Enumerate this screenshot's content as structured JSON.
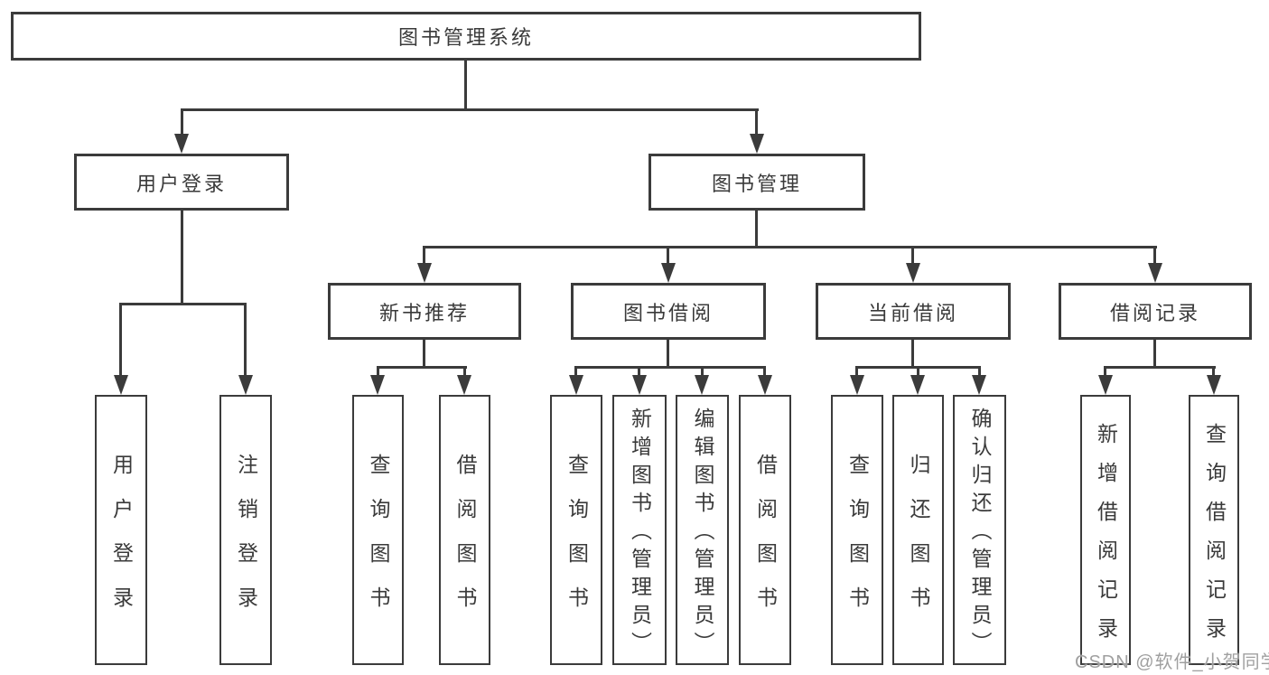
{
  "tree": {
    "label": "图书管理系统",
    "children": [
      {
        "label": "用户登录",
        "children": [
          {
            "label": "用户登录"
          },
          {
            "label": "注销登录"
          }
        ]
      },
      {
        "label": "图书管理",
        "children": [
          {
            "label": "新书推荐",
            "children": [
              {
                "label": "查询图书"
              },
              {
                "label": "借阅图书"
              }
            ]
          },
          {
            "label": "图书借阅",
            "children": [
              {
                "label": "查询图书"
              },
              {
                "label": "新增图书（管理员）"
              },
              {
                "label": "编辑图书（管理员）"
              },
              {
                "label": "借阅图书"
              }
            ]
          },
          {
            "label": "当前借阅",
            "children": [
              {
                "label": "查询图书"
              },
              {
                "label": "归还图书"
              },
              {
                "label": "确认归还（管理员）"
              }
            ]
          },
          {
            "label": "借阅记录",
            "children": [
              {
                "label": "新增借阅记录"
              },
              {
                "label": "查询借阅记录"
              }
            ]
          }
        ]
      }
    ]
  },
  "watermark": {
    "text": "CSDN @软件_小贺同学"
  },
  "colors": {
    "line": "#3b3b3b",
    "label_text": "#3a3a3a",
    "watermark_text": "#a0a0a0",
    "background": "#ffffff"
  }
}
